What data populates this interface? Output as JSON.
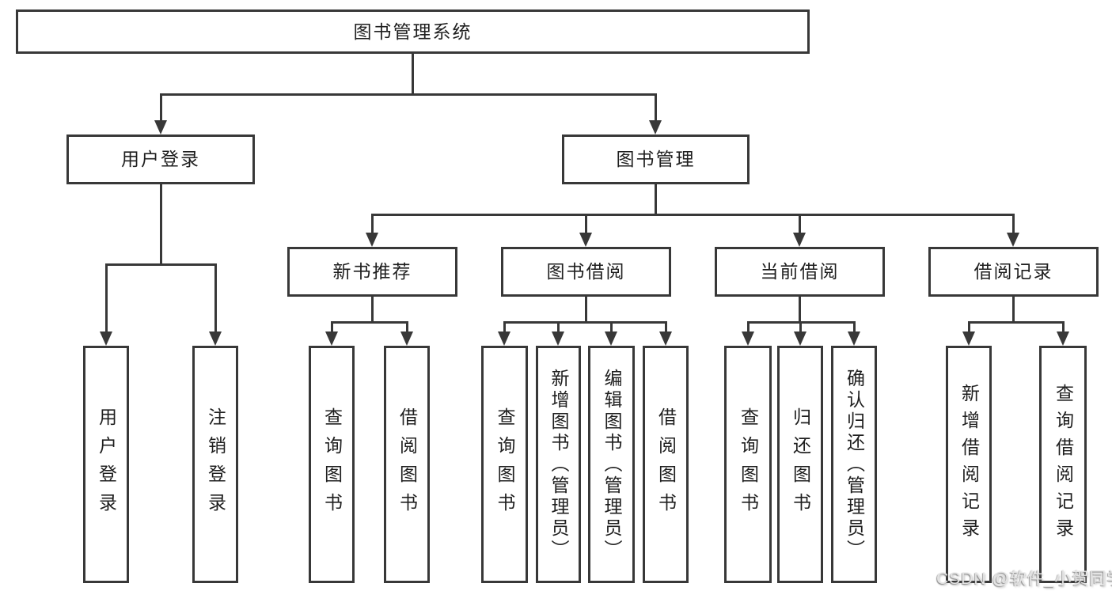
{
  "tree": {
    "root": "图书管理系统",
    "branches": [
      {
        "label": "用户登录",
        "children": [
          "用户登录",
          "注销登录"
        ]
      },
      {
        "label": "图书管理",
        "children": [
          {
            "label": "新书推荐",
            "children": [
              "查询图书",
              "借阅图书"
            ]
          },
          {
            "label": "图书借阅",
            "children": [
              "查询图书",
              "新增图书（管理员）",
              "编辑图书（管理员）",
              "借阅图书"
            ]
          },
          {
            "label": "当前借阅",
            "children": [
              "查询图书",
              "归还图书",
              "确认归还（管理员）"
            ]
          },
          {
            "label": "借阅记录",
            "children": [
              "新增借阅记录",
              "查询借阅记录"
            ]
          }
        ]
      }
    ]
  },
  "watermark": {
    "text": "CSDN @软件_小贺同学"
  },
  "colors": {
    "line": "#383838",
    "text": "#1f1f1f",
    "background": "#ffffff",
    "watermark": "#e4e4e4"
  }
}
